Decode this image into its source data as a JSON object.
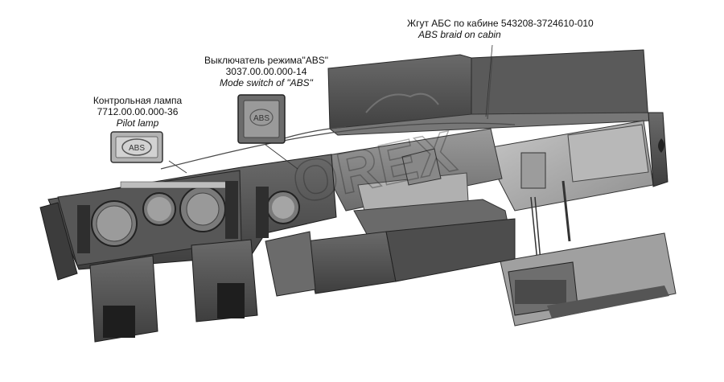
{
  "labels": {
    "pilot_lamp": {
      "ru": "Контрольная лампа",
      "part_no": "7712.00.00.000-36",
      "en": "Pilot lamp"
    },
    "mode_switch": {
      "ru": "Выключатель режима\"ABS\"",
      "part_no": "3037.00.00.000-14",
      "en": "Mode switch of  \"ABS\""
    },
    "harness": {
      "ru": "Жгут АБС по кабине 543208-3724610-010",
      "en": "ABS braid on cabin"
    }
  },
  "parts": {
    "lamp_text": "ABS",
    "switch_text": "ABS"
  },
  "watermark": "OREX"
}
